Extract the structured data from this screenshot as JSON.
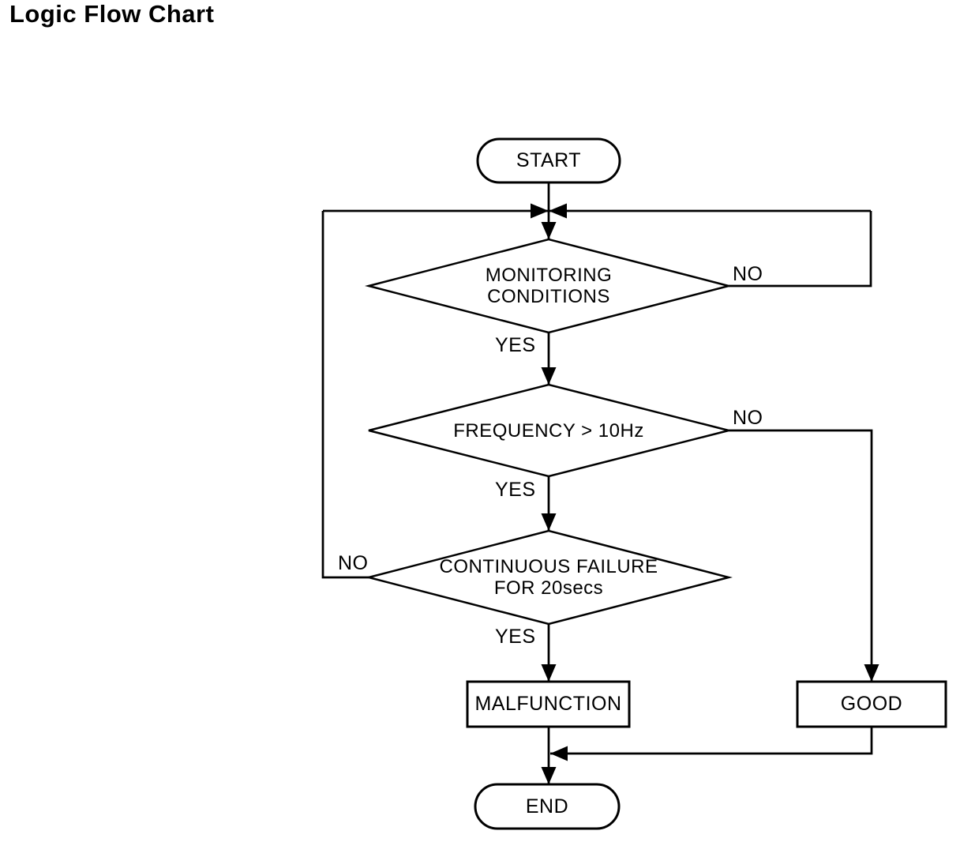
{
  "page": {
    "title": "Logic Flow Chart",
    "background_color": "#ffffff",
    "stroke_color": "#000000"
  },
  "flowchart": {
    "start": {
      "type": "terminator",
      "label": "START"
    },
    "decision_monitoring": {
      "type": "decision",
      "label_line1": "MONITORING",
      "label_line2": "CONDITIONS",
      "yes_label": "YES",
      "no_label": "NO"
    },
    "decision_frequency": {
      "type": "decision",
      "label": "FREQUENCY > 10Hz",
      "yes_label": "YES",
      "no_label": "NO"
    },
    "decision_continuous": {
      "type": "decision",
      "label_line1": "CONTINUOUS FAILURE",
      "label_line2": "FOR 20secs",
      "yes_label": "YES",
      "no_label": "NO"
    },
    "malfunction": {
      "type": "process",
      "label": "MALFUNCTION"
    },
    "good": {
      "type": "process",
      "label": "GOOD"
    },
    "end": {
      "type": "terminator",
      "label": "END"
    }
  }
}
